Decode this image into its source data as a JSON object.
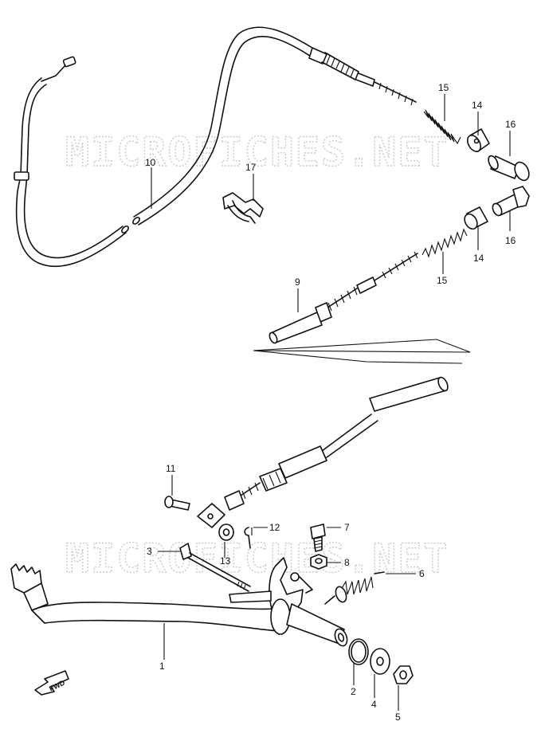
{
  "watermark": "MICROFICHES.NET",
  "direction_badge": "FWD",
  "callouts": {
    "p1": "1",
    "p2": "2",
    "p3": "3",
    "p4": "4",
    "p5": "5",
    "p6": "6",
    "p7": "7",
    "p8": "8",
    "p9": "9",
    "p10": "10",
    "p11": "11",
    "p12": "12",
    "p13": "13",
    "p14a": "14",
    "p14b": "14",
    "p15a": "15",
    "p15b": "15",
    "p16a": "16",
    "p16b": "16",
    "p17": "17"
  }
}
